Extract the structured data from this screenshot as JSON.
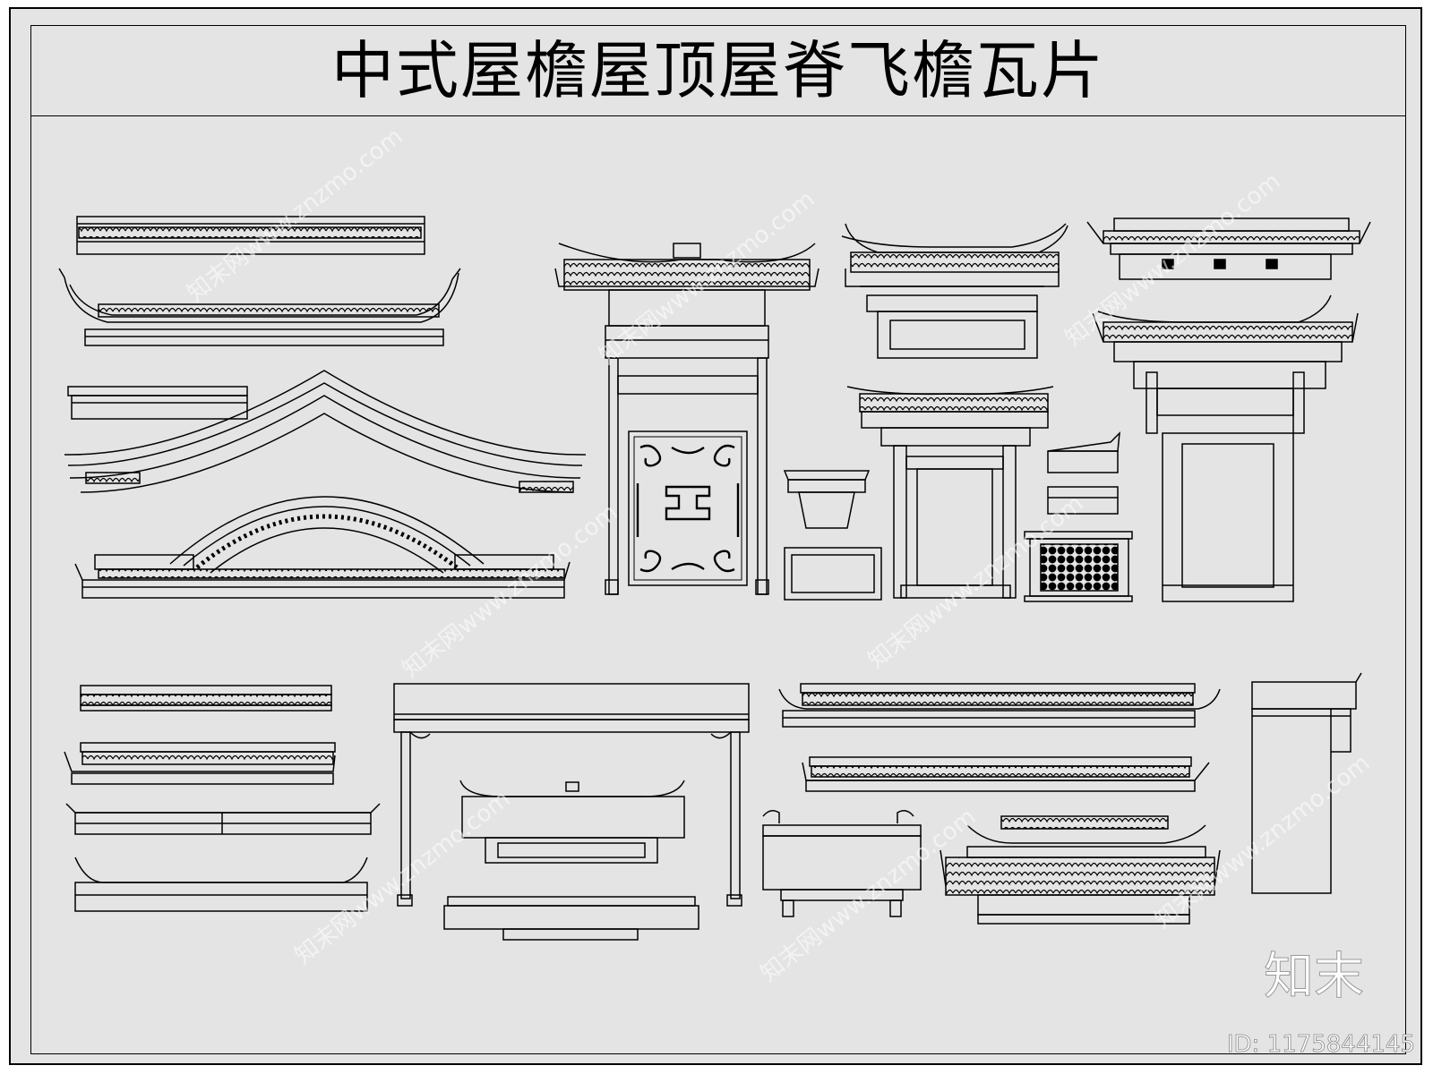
{
  "title": "中式屋檐屋顶屋脊飞檐瓦片",
  "brand": "知末",
  "image_id": "ID: 1175844145",
  "watermark": "知末网www.znzmo.com"
}
